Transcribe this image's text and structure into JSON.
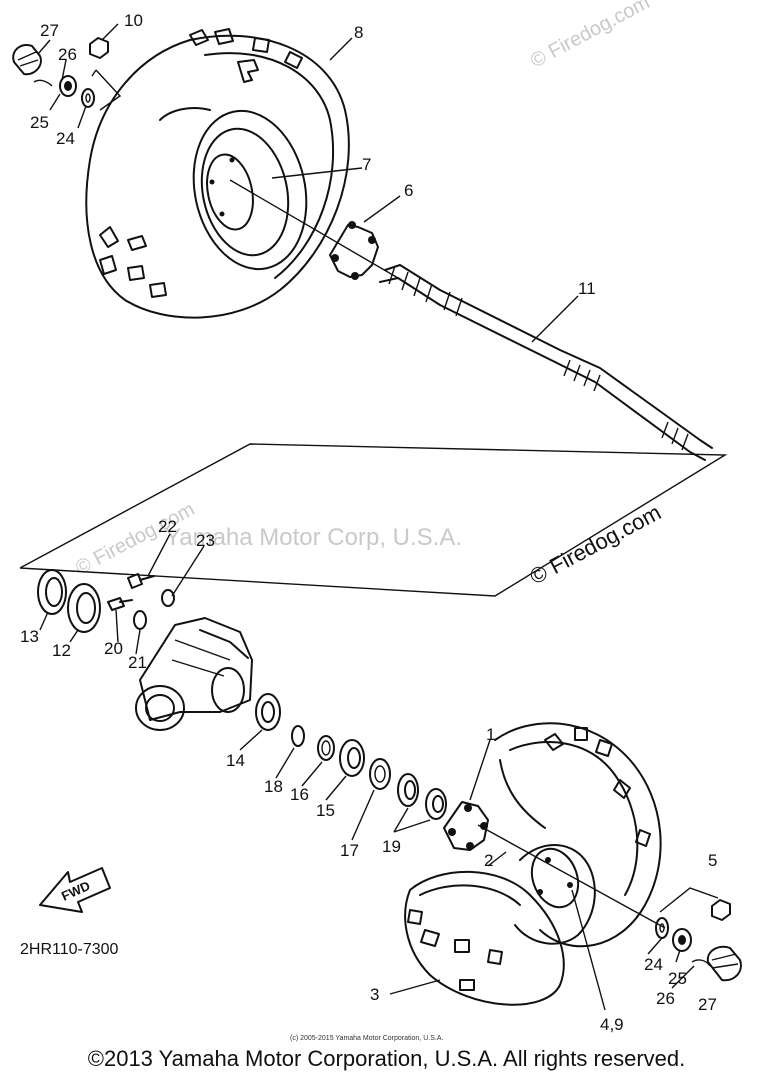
{
  "watermarks": {
    "top_right": "© Firedog.com",
    "mid_right": "© Firedog.com",
    "mid_left": "© Firedog.com",
    "center": "Yamaha Motor Corp, U.S.A."
  },
  "callouts": {
    "p27a": "27",
    "p10": "10",
    "p26a": "26",
    "p8": "8",
    "p25a": "25",
    "p24a": "24",
    "p7": "7",
    "p6": "6",
    "p11": "11",
    "p22": "22",
    "p23": "23",
    "p13": "13",
    "p12": "12",
    "p20": "20",
    "p21": "21",
    "p14": "14",
    "p18": "18",
    "p16": "16",
    "p15": "15",
    "p17": "17",
    "p19": "19",
    "p1": "1",
    "p2": "2",
    "p5": "5",
    "p3": "3",
    "p24b": "24",
    "p25b": "25",
    "p26b": "26",
    "p27b": "27",
    "p49": "4,9"
  },
  "fwd_label": "FWD",
  "part_code": "2HR110-7300",
  "small_copyright": "(c) 2005-2015 Yamaha Motor Corporation, U.S.A.",
  "copyright": "©2013 Yamaha Motor Corporation, U.S.A. All rights reserved."
}
